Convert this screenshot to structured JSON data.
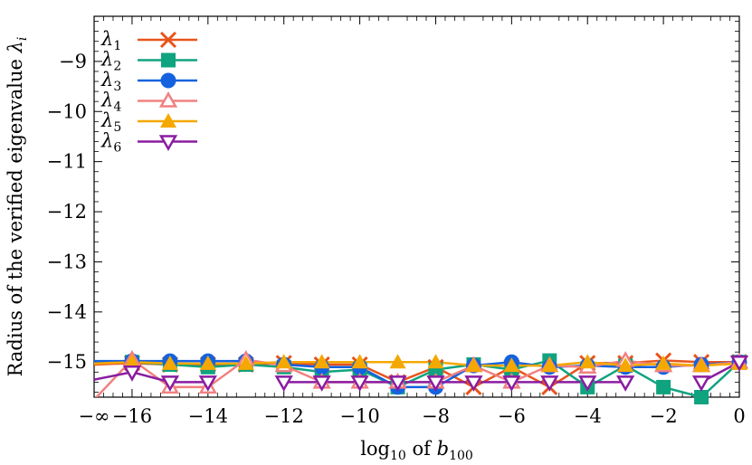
{
  "chart_data": {
    "type": "line",
    "title": "",
    "xlabel": "log10 of b100",
    "xlabel_parts": {
      "pre": "log",
      "pre_sub": "10",
      "mid": " of ",
      "var": "b",
      "var_sub": "100"
    },
    "ylabel": "Radius of the verified eigenvalue λi",
    "ylabel_parts": {
      "text": "Radius of the verified eigenvalue ",
      "var": "λ",
      "var_sub": "i"
    },
    "x_ticks": [
      {
        "x": -17,
        "label": "−∞"
      },
      {
        "x": -16,
        "label": "−16"
      },
      {
        "x": -14,
        "label": "−14"
      },
      {
        "x": -12,
        "label": "−12"
      },
      {
        "x": -10,
        "label": "−10"
      },
      {
        "x": -8,
        "label": "−8"
      },
      {
        "x": -6,
        "label": "−6"
      },
      {
        "x": -4,
        "label": "−4"
      },
      {
        "x": -2,
        "label": "−2"
      },
      {
        "x": 0,
        "label": "0"
      }
    ],
    "y_ticks": [
      {
        "y": -9,
        "label": "−9"
      },
      {
        "y": -10,
        "label": "−10"
      },
      {
        "y": -11,
        "label": "−11"
      },
      {
        "y": -12,
        "label": "−12"
      },
      {
        "y": -13,
        "label": "−13"
      },
      {
        "y": -14,
        "label": "−14"
      },
      {
        "y": -15,
        "label": "−15"
      }
    ],
    "xlim": [
      -17,
      0
    ],
    "ylim": [
      -15.7,
      -8.1
    ],
    "grid": false,
    "legend_position": "top-left",
    "x": [
      -17,
      -16,
      -15,
      -14,
      -13,
      -12,
      -11,
      -10,
      -9,
      -8,
      -7,
      -6,
      -5,
      -4,
      -3,
      -2,
      -1,
      0
    ],
    "series": [
      {
        "name": "λ1",
        "sub": "1",
        "color": "#e8541a",
        "marker": "x",
        "values": [
          -15.05,
          -15.02,
          -15.05,
          -15.05,
          -15.05,
          -15.02,
          -15.05,
          -15.05,
          -15.4,
          -15.1,
          -15.5,
          -15.1,
          -15.5,
          -15.02,
          -15.02,
          -14.97,
          -15.0,
          -15.0
        ]
      },
      {
        "name": "λ2",
        "sub": "2",
        "color": "#10a37f",
        "marker": "square",
        "values": [
          -15.0,
          -15.0,
          -15.05,
          -15.1,
          -15.05,
          -15.1,
          -15.2,
          -15.15,
          -15.5,
          -15.15,
          -15.05,
          -15.15,
          -14.97,
          -15.5,
          -15.07,
          -15.5,
          -15.7,
          -15.0
        ]
      },
      {
        "name": "λ3",
        "sub": "3",
        "color": "#1462e0",
        "marker": "circle",
        "values": [
          -14.98,
          -14.98,
          -14.98,
          -14.98,
          -14.98,
          -15.05,
          -15.1,
          -15.1,
          -15.5,
          -15.5,
          -15.07,
          -15.0,
          -15.1,
          -15.07,
          -15.1,
          -15.1,
          -15.05,
          -15.0
        ]
      },
      {
        "name": "λ4",
        "sub": "4",
        "color": "#f28080",
        "marker": "triangle-up-open",
        "values": [
          -15.75,
          -14.95,
          -15.5,
          -15.5,
          -14.95,
          -15.07,
          -15.4,
          -15.4,
          -15.4,
          -15.4,
          -15.07,
          -15.4,
          -15.07,
          -15.1,
          -14.97,
          -15.07,
          -15.07,
          -15.0
        ]
      },
      {
        "name": "λ5",
        "sub": "5",
        "color": "#f5a800",
        "marker": "triangle-up",
        "values": [
          -15.03,
          -15.0,
          -15.03,
          -15.03,
          -15.03,
          -15.0,
          -15.0,
          -15.0,
          -15.0,
          -15.0,
          -15.07,
          -15.07,
          -15.07,
          -15.0,
          -15.07,
          -15.03,
          -15.07,
          -15.03
        ]
      },
      {
        "name": "λ6",
        "sub": "6",
        "color": "#8a1da0",
        "marker": "triangle-down-open",
        "values": [
          -15.35,
          -15.2,
          -15.4,
          -15.4,
          null,
          -15.4,
          -15.4,
          -15.4,
          -15.4,
          -15.4,
          -15.4,
          -15.4,
          -15.4,
          -15.4,
          -15.4,
          null,
          -15.4,
          -15.0
        ]
      }
    ]
  }
}
